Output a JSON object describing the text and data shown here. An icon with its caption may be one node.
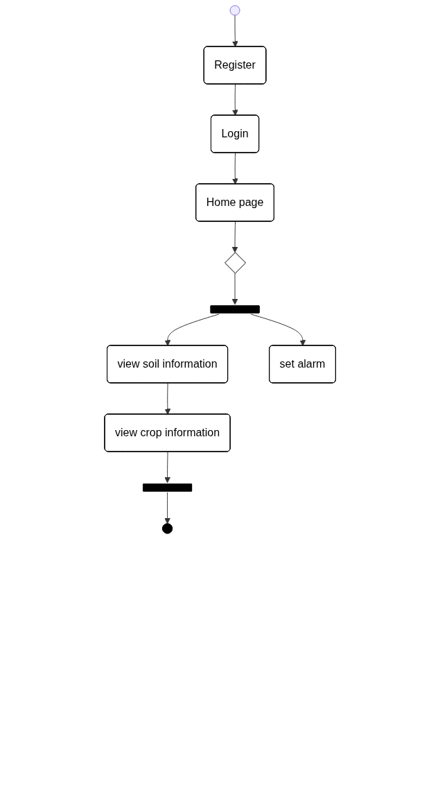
{
  "diagram": {
    "nodes": [
      {
        "text": [],
        "shape": "circle"
      },
      {
        "text": [
          "Register"
        ]
      },
      {
        "text": [
          "Login"
        ]
      },
      {
        "text": [
          "Home page"
        ]
      },
      {
        "text": [],
        "shape": "diamond"
      },
      {
        "text": [],
        "shape": "bar"
      },
      {
        "text": [
          "view soil information"
        ]
      },
      {
        "text": [
          "set alarm"
        ]
      },
      {
        "text": [
          "view crop information"
        ]
      },
      {
        "text": [],
        "shape": "bar"
      },
      {
        "text": [],
        "shape": "circle"
      }
    ],
    "edges": [
      {
        "from": 0,
        "to": 1,
        "arrow": "to"
      },
      {
        "from": 1,
        "to": 2,
        "arrow": "to"
      },
      {
        "from": 2,
        "to": 3,
        "arrow": "to"
      },
      {
        "from": 3,
        "to": 4,
        "arrow": "to"
      },
      {
        "from": 4,
        "to": 5,
        "arrow": "to"
      },
      {
        "from": 5,
        "to": 6,
        "arrow": "to"
      },
      {
        "from": 5,
        "to": 7,
        "arrow": "to"
      },
      {
        "from": 6,
        "to": 8,
        "arrow": "to"
      },
      {
        "from": 8,
        "to": 9,
        "arrow": "to"
      },
      {
        "from": 9,
        "to": 10,
        "arrow": "to"
      }
    ]
  }
}
